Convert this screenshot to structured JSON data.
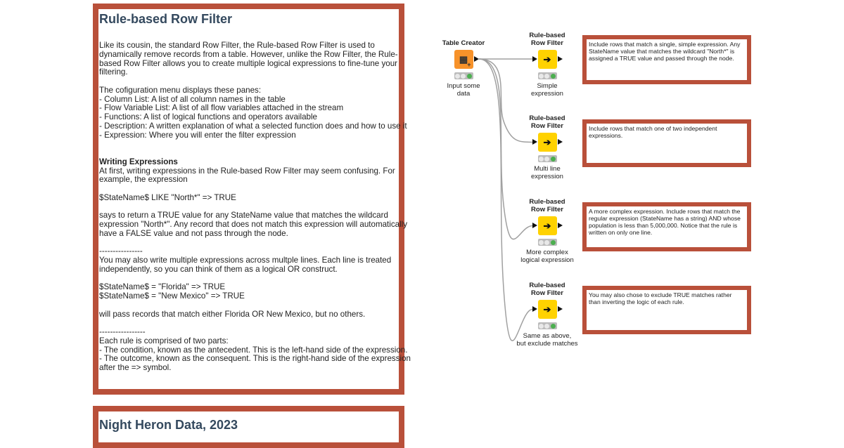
{
  "description_panel": {
    "title": "Rule-based Row Filter",
    "lines": [
      {
        "text": "Like its cousin, the standard Row Filter, the Rule-based Row Filter is used to"
      },
      {
        "text": "dynamically remove records from a table. However, unlike the Row Filter, the Rule-"
      },
      {
        "text": "based Row Filter allows you to create multiple logical expressions to fine-tune your"
      },
      {
        "text": "filtering."
      },
      {
        "text": ""
      },
      {
        "text": "The cofiguration menu displays these panes:"
      },
      {
        "text": "- Column List: A list of all column names in the table"
      },
      {
        "text": "- Flow Variable List: A list of all flow variables attached in the stream"
      },
      {
        "text": "- Functions: A list of logical functions and operators available"
      },
      {
        "text": "- Description: A written explanation of what a selected function does and how to use it"
      },
      {
        "text": "- Expression: Where you will enter the filter expression"
      },
      {
        "text": ""
      },
      {
        "text": ""
      },
      {
        "text": "Writing Expressions",
        "bold": true
      },
      {
        "text": "At first, writing expressions in the Rule-based Row Filter may seem confusing. For"
      },
      {
        "text": "example, the expression"
      },
      {
        "text": ""
      },
      {
        "text": "$StateName$ LIKE \"North*\" => TRUE"
      },
      {
        "text": ""
      },
      {
        "text": "says to return a TRUE value for any StateName value that matches the wildcard"
      },
      {
        "text": "expression \"North*\". Any record that does not match this expression will automatically"
      },
      {
        "text": "have a FALSE value and not pass through the node."
      },
      {
        "text": ""
      },
      {
        "text": "----------------"
      },
      {
        "text": "You may also write multiple expressions across multple lines. Each line is treated"
      },
      {
        "text": "independently, so you can think of them as a logical OR construct."
      },
      {
        "text": ""
      },
      {
        "text": "$StateName$ = \"Florida\" => TRUE"
      },
      {
        "text": "$StateName$ = \"New Mexico\" => TRUE"
      },
      {
        "text": ""
      },
      {
        "text": "will pass records that match either Florida OR New Mexico, but no others."
      },
      {
        "text": ""
      },
      {
        "text": "-----------------"
      },
      {
        "text": "Each rule is comprised of two parts:"
      },
      {
        "text": "- The condition, known as the antecedent. This is the left-hand side of the expression."
      },
      {
        "text": "- The outcome, known as the consequent. This is the right-hand side of the expression"
      },
      {
        "text": "after the => symbol."
      }
    ]
  },
  "footer": {
    "title": "Night Heron Data, 2023"
  },
  "source_node": {
    "name": "Table Creator",
    "label_lines": [
      "Input some",
      "data"
    ],
    "icon": "table-create-icon",
    "color": "#f7922a"
  },
  "filter_nodes": [
    {
      "name_lines": [
        "Rule-based",
        "Row Filter"
      ],
      "label_lines": [
        "Simple",
        "expression"
      ],
      "note": "Include rows that match a single, simple expression. Any StateName value that matches the wildcard \"North*\" is assigned a TRUE value and passed through the node."
    },
    {
      "name_lines": [
        "Rule-based",
        "Row Filter"
      ],
      "label_lines": [
        "Multi line",
        "expression"
      ],
      "note": "Include rows that match one of two independent expressions."
    },
    {
      "name_lines": [
        "Rule-based",
        "Row Filter"
      ],
      "label_lines": [
        "More complex",
        "logical expression"
      ],
      "note": "A more complex expression. Include rows that match the regular expression (StateName has a string) AND whose population is less than 5,000,000. Notice that the rule is written on only one line."
    },
    {
      "name_lines": [
        "Rule-based",
        "Row Filter"
      ],
      "label_lines": [
        "Same as above,",
        "but exclude matches"
      ],
      "note": "You may also chose to exclude TRUE matches rather than inverting the logic of each rule."
    }
  ],
  "colors": {
    "frame": "#b9503a",
    "title": "#34495e",
    "filter_node": "#ffd200",
    "status_ok": "#4caf50"
  }
}
